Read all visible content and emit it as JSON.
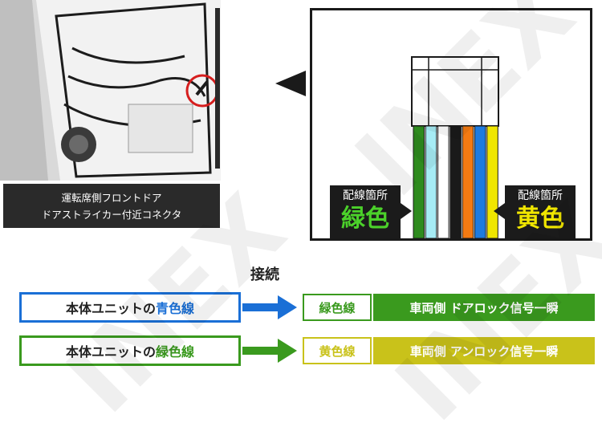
{
  "photo": {
    "caption_line1": "運転席側フロントドア",
    "caption_line2": "ドアストライカー付近コネクタ"
  },
  "connector": {
    "left_label_small": "配線箇所",
    "left_label_big": "緑色",
    "right_label_small": "配線箇所",
    "right_label_big": "黄色",
    "wire_colors": [
      "#2e8b1e",
      "#a6ecf5",
      "#ffffff",
      "#1a1a1a",
      "#f47a12",
      "#1e7be0",
      "#f0e600"
    ]
  },
  "connect_label": "接続",
  "rows": [
    {
      "unit_prefix": "本体ユニットの",
      "unit_color_word": "青色線",
      "unit_color": "#1a6fd6",
      "wire_label": "緑色線",
      "wire_color": "#3a9a1e",
      "signal": "車両側 ドアロック信号一瞬",
      "signal_bg": "#3a9a1e"
    },
    {
      "unit_prefix": "本体ユニットの",
      "unit_color_word": "緑色線",
      "unit_color": "#3a9a1e",
      "wire_label": "黄色線",
      "wire_color": "#c9c21a",
      "signal": "車両側 アンロック信号一瞬",
      "signal_bg": "#c9c21a"
    }
  ],
  "watermark": "INEX",
  "colors": {
    "blue_arrow": "#1a6fd6",
    "green_arrow": "#3a9a1e",
    "yellow_text": "#f0e600",
    "green_text": "#4bd12a"
  }
}
